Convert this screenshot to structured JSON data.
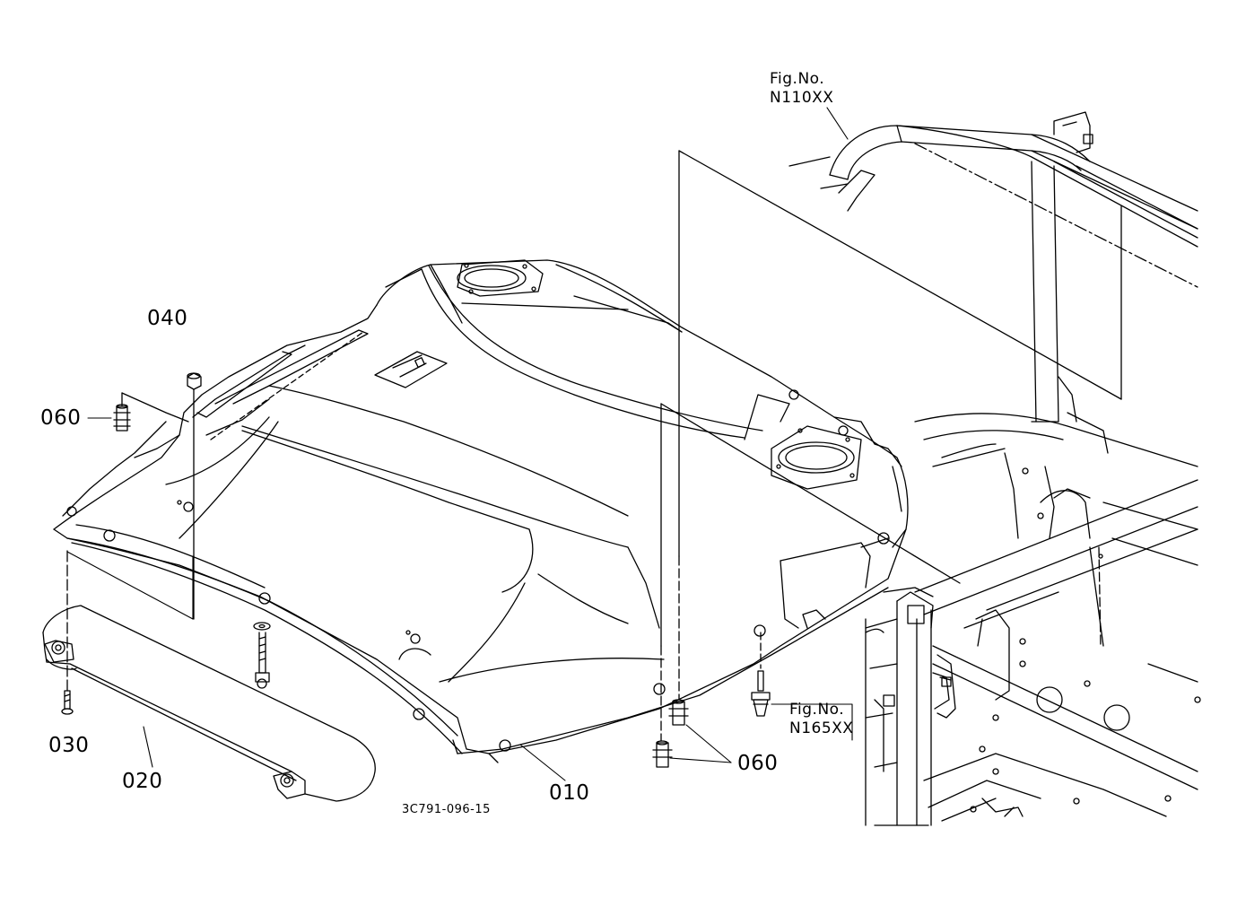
{
  "callouts": {
    "roof_panel": "010",
    "sun_visor": "020",
    "visor_screw": "030",
    "nut": "040",
    "clip_left": "060",
    "clip_right": "060"
  },
  "references": {
    "upper": {
      "line1": "Fig.No.",
      "line2": "N110XX"
    },
    "lower": {
      "line1": "Fig.No.",
      "line2": "N165XX"
    }
  },
  "drawing_code": "3C791-096-15",
  "colors": {
    "line": "#000000",
    "background": "#ffffff"
  }
}
